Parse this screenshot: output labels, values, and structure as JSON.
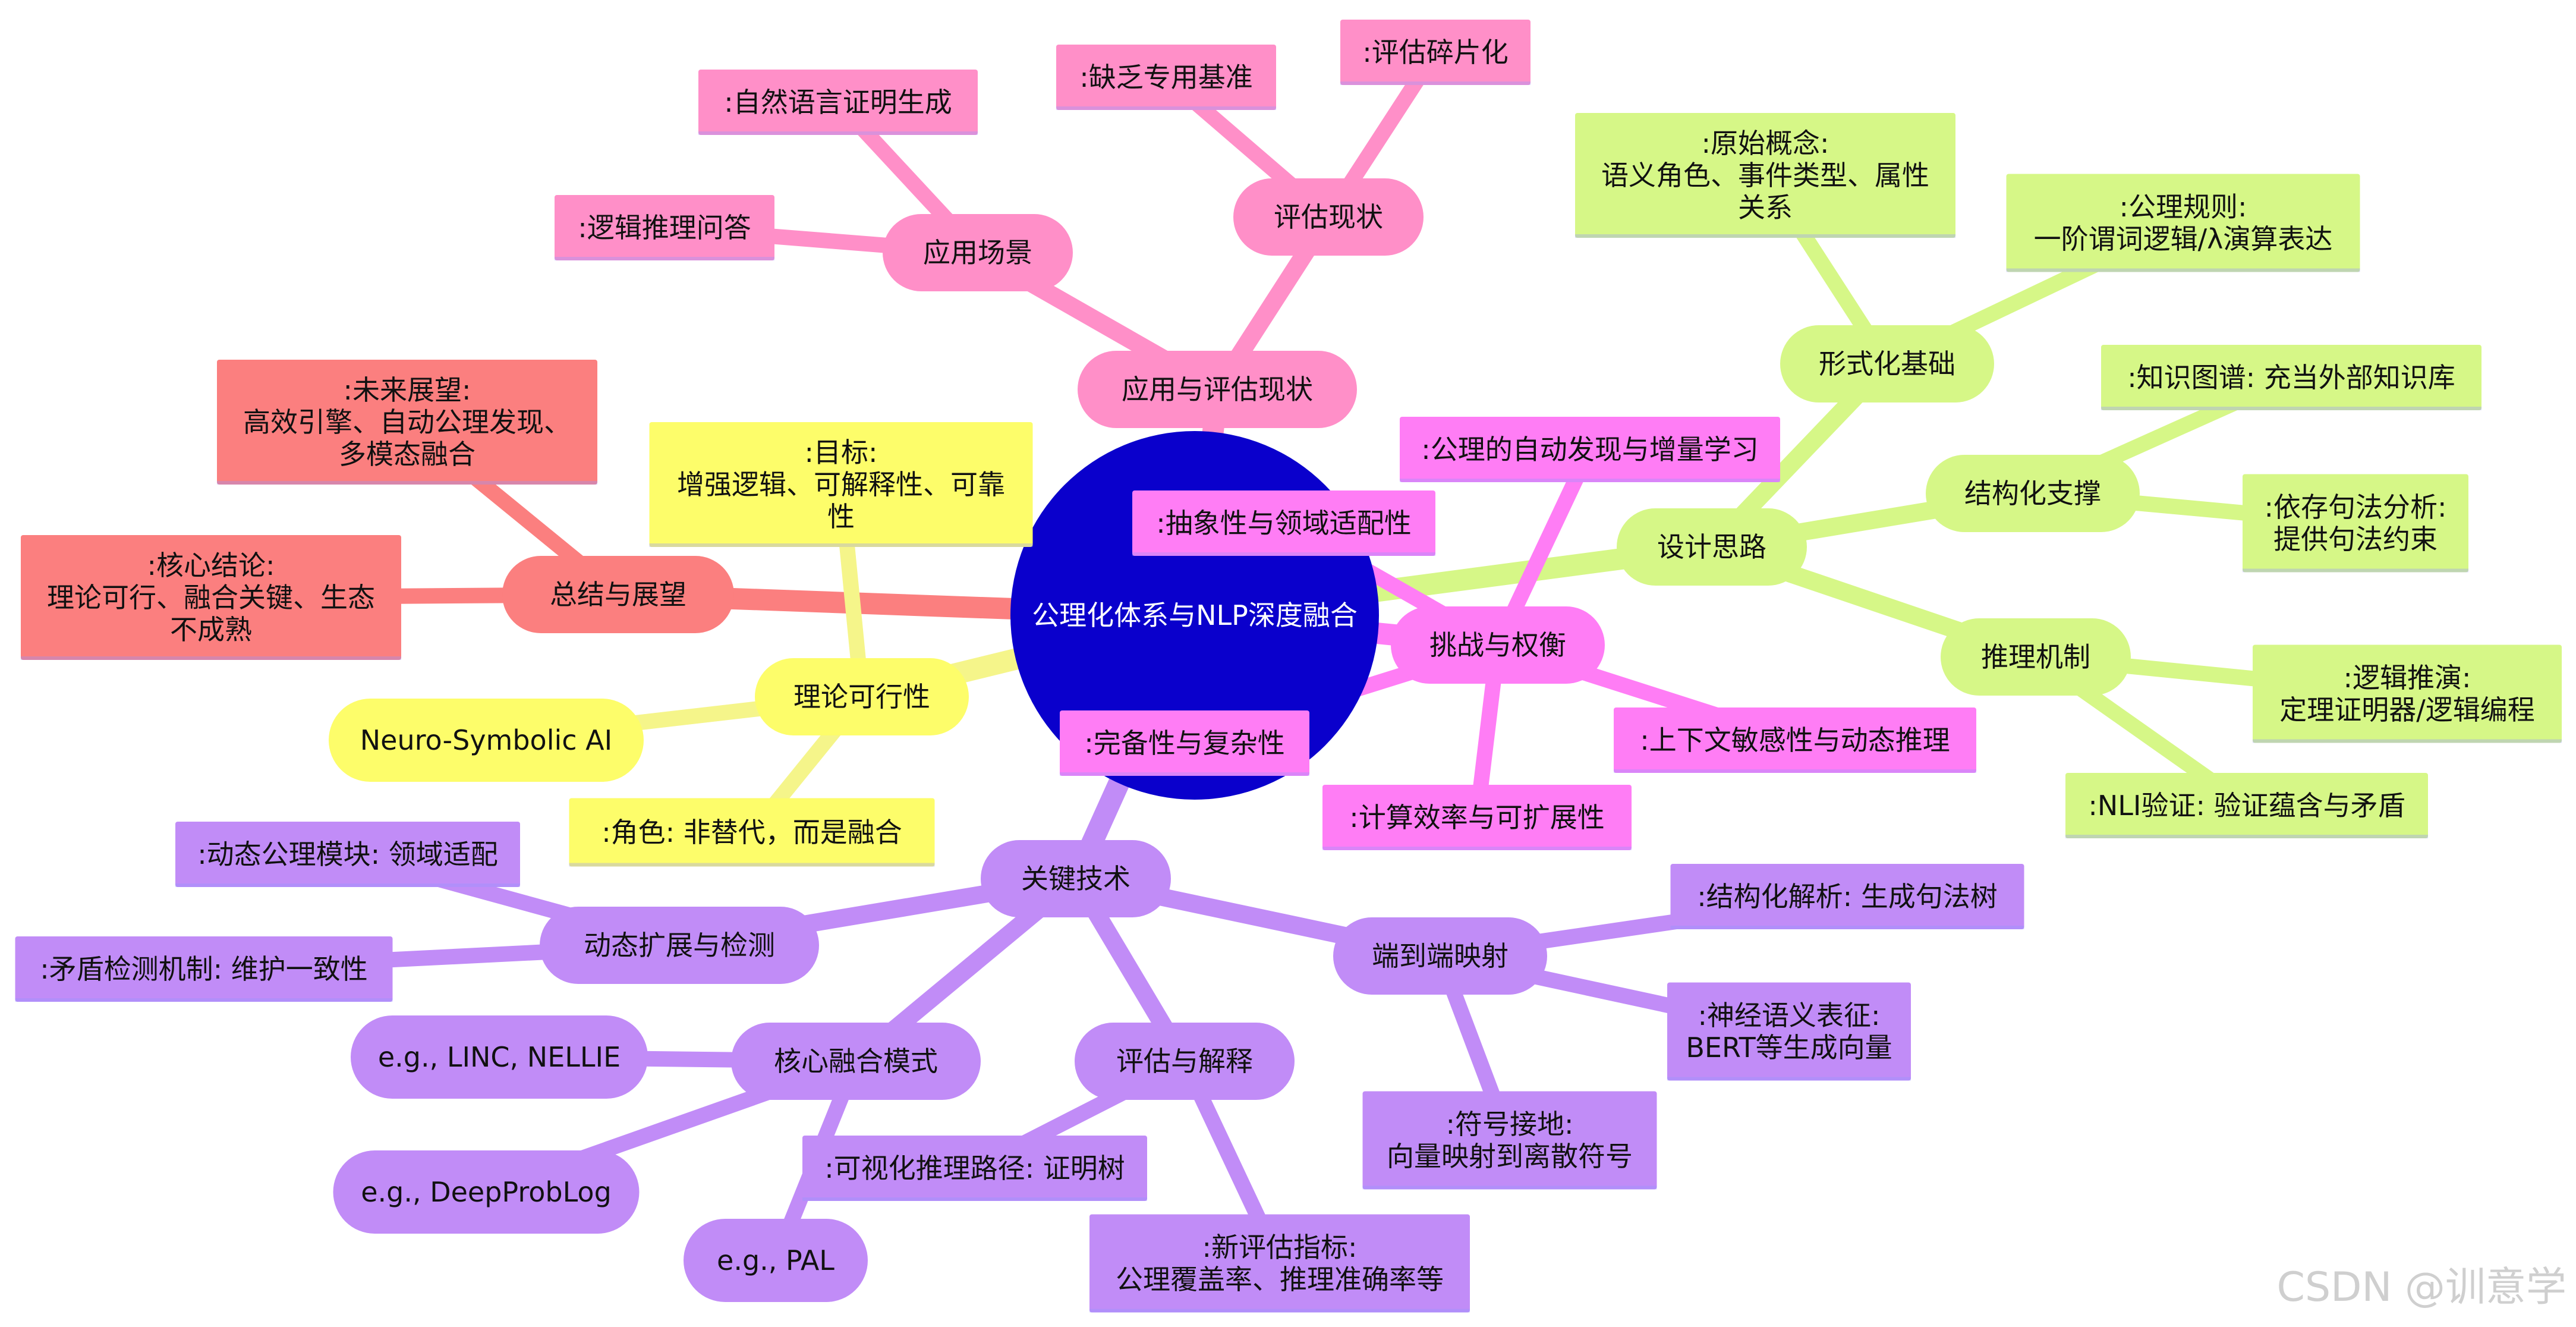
{
  "colors": {
    "root": "#0a00cc",
    "root_text": "#ffffff",
    "yellow": "#fdfd6a",
    "yellow_edge": "#f5f58a",
    "pink": "#ff8fc8",
    "pink_edge": "#ff8fc8",
    "green": "#d6f787",
    "green_edge": "#d6f787",
    "magenta": "#ff7df5",
    "magenta_edge": "#ff7df5",
    "purple": "#c18cf7",
    "purple_edge": "#c18cf7",
    "salmon": "#fb7f7f",
    "salmon_edge": "#fb7f7f"
  },
  "root": {
    "label": "公理化体系与NLP深度融合"
  },
  "branches": {
    "summary": {
      "label": "总结与展望",
      "children": [
        {
          "lines": [
            ":未来展望:",
            "高效引擎、自动公理发现、",
            "多模态融合"
          ]
        },
        {
          "lines": [
            ":核心结论:",
            "理论可行、融合关键、生态",
            "不成熟"
          ]
        }
      ]
    },
    "theory": {
      "label": "理论可行性",
      "children": [
        {
          "lines": [
            ":目标:",
            "增强逻辑、可解释性、可靠",
            "性"
          ]
        },
        {
          "lines": [
            "Neuro-Symbolic AI"
          ]
        },
        {
          "lines": [
            ":角色: 非替代，而是融合"
          ]
        }
      ]
    },
    "application": {
      "label": "应用与评估现状",
      "scenes": {
        "label": "应用场景",
        "children": [
          {
            "lines": [
              ":自然语言证明生成"
            ]
          },
          {
            "lines": [
              ":逻辑推理问答"
            ]
          }
        ]
      },
      "status": {
        "label": "评估现状",
        "children": [
          {
            "lines": [
              ":缺乏专用基准"
            ]
          },
          {
            "lines": [
              ":评估碎片化"
            ]
          }
        ]
      }
    },
    "design": {
      "label": "设计思路",
      "formal": {
        "label": "形式化基础",
        "children": [
          {
            "lines": [
              ":原始概念:",
              "语义角色、事件类型、属性",
              "关系"
            ]
          },
          {
            "lines": [
              ":公理规则:",
              "一阶谓词逻辑/λ演算表达"
            ]
          }
        ]
      },
      "structure": {
        "label": "结构化支撑",
        "children": [
          {
            "lines": [
              ":知识图谱: 充当外部知识库"
            ]
          },
          {
            "lines": [
              ":依存句法分析:",
              "提供句法约束"
            ]
          }
        ]
      },
      "reasoning": {
        "label": "推理机制",
        "children": [
          {
            "lines": [
              ":逻辑推演:",
              "定理证明器/逻辑编程"
            ]
          },
          {
            "lines": [
              ":NLI验证: 验证蕴含与矛盾"
            ]
          }
        ]
      }
    },
    "challenges": {
      "label": "挑战与权衡",
      "children": [
        {
          "lines": [
            ":公理的自动发现与增量学习"
          ]
        },
        {
          "lines": [
            ":抽象性与领域适配性"
          ]
        },
        {
          "lines": [
            ":完备性与复杂性"
          ]
        },
        {
          "lines": [
            ":上下文敏感性与动态推理"
          ]
        },
        {
          "lines": [
            ":计算效率与可扩展性"
          ]
        }
      ]
    },
    "tech": {
      "label": "关键技术",
      "dynamic": {
        "label": "动态扩展与检测",
        "children": [
          {
            "lines": [
              ":动态公理模块: 领域适配"
            ]
          },
          {
            "lines": [
              ":矛盾检测机制: 维护一致性"
            ]
          }
        ]
      },
      "fusion": {
        "label": "核心融合模式",
        "children": [
          {
            "lines": [
              "e.g., LINC, NELLIE"
            ]
          },
          {
            "lines": [
              "e.g., DeepProbLog"
            ]
          },
          {
            "lines": [
              "e.g., PAL"
            ]
          }
        ]
      },
      "eval": {
        "label": "评估与解释",
        "children": [
          {
            "lines": [
              ":可视化推理路径: 证明树"
            ]
          },
          {
            "lines": [
              ":新评估指标:",
              "公理覆盖率、推理准确率等"
            ]
          }
        ]
      },
      "e2e": {
        "label": "端到端映射",
        "children": [
          {
            "lines": [
              ":结构化解析: 生成句法树"
            ]
          },
          {
            "lines": [
              ":神经语义表征:",
              "BERT等生成向量"
            ]
          },
          {
            "lines": [
              ":符号接地:",
              "向量映射到离散符号"
            ]
          }
        ]
      }
    }
  },
  "watermark": "CSDN @训意学"
}
